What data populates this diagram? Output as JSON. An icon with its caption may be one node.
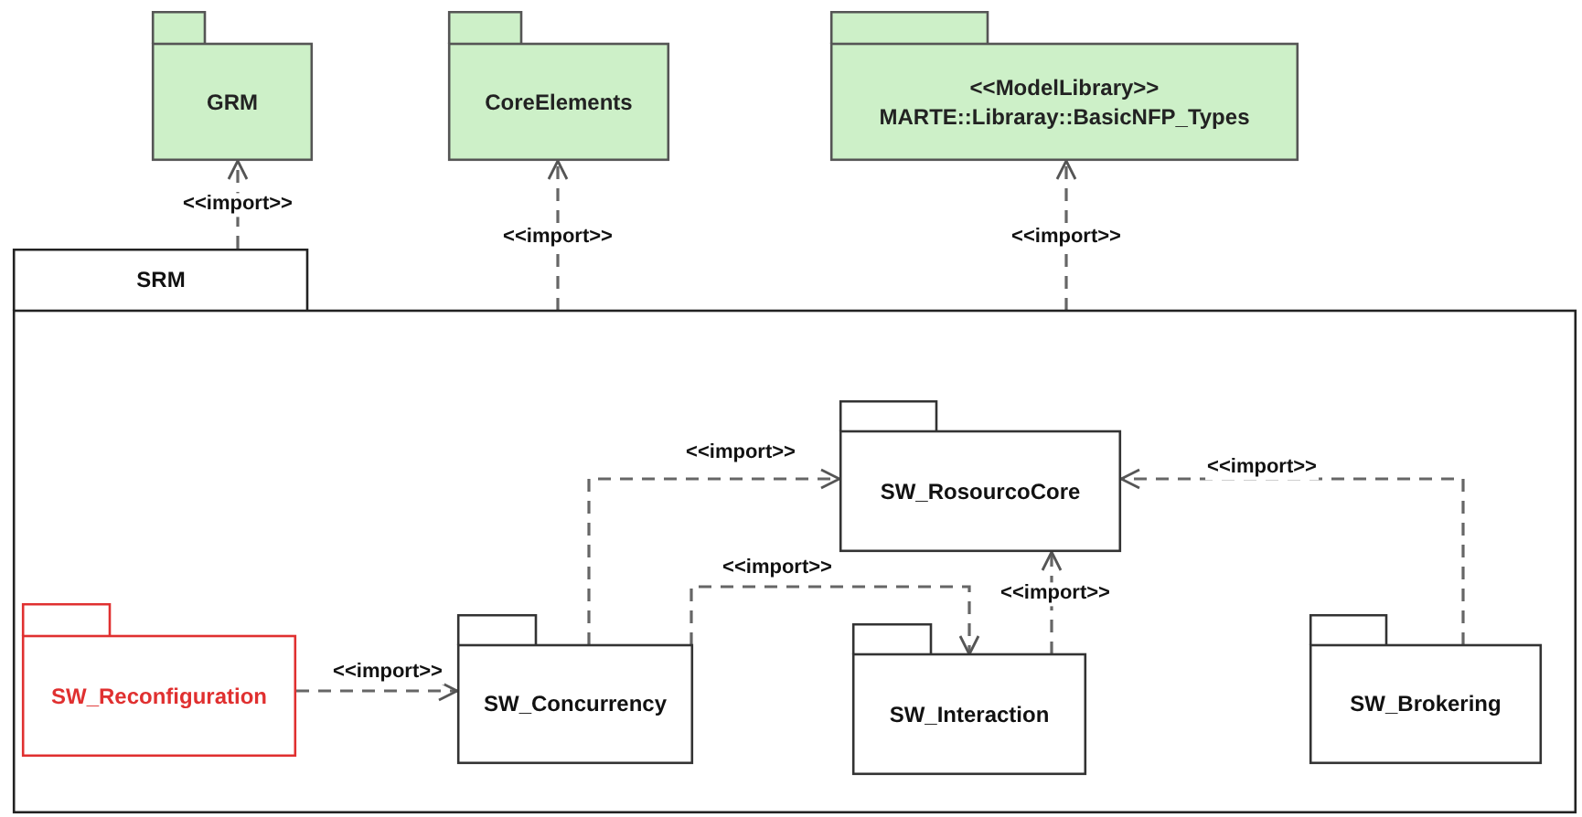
{
  "diagram": {
    "nodes": [
      {
        "text": [
          "GRM"
        ]
      },
      {
        "text": [
          "CoreElements"
        ]
      },
      {
        "text": [
          "<<ModelLibrary>>",
          "MARTE::Libraray::BasicNFP_Types"
        ]
      },
      {
        "text": [
          "SRM"
        ]
      },
      {
        "text": [
          "SW_RosourcoCore"
        ],
        "in": 3
      },
      {
        "text": [
          "SW_Reconfiguration"
        ],
        "in": 3
      },
      {
        "text": [
          "SW_Concurrency"
        ],
        "in": 3
      },
      {
        "text": [
          "SW_Interaction"
        ],
        "in": 3
      },
      {
        "text": [
          "SW_Brokering"
        ],
        "in": 3
      }
    ],
    "edges": [
      {
        "from": 3,
        "to": 0,
        "arrow": "to",
        "style": "dashed",
        "label": "<<import>>"
      },
      {
        "from": 3,
        "to": 1,
        "arrow": "to",
        "style": "dashed",
        "label": "<<import>>"
      },
      {
        "from": 3,
        "to": 2,
        "arrow": "to",
        "style": "dashed",
        "label": "<<import>>"
      },
      {
        "from": 6,
        "to": 4,
        "arrow": "to",
        "style": "dashed",
        "label": "<<import>>"
      },
      {
        "from": 8,
        "to": 4,
        "arrow": "to",
        "style": "dashed",
        "label": "<<import>>"
      },
      {
        "from": 6,
        "to": 7,
        "arrow": "to",
        "style": "dashed",
        "label": "<<import>>"
      },
      {
        "from": 7,
        "to": 4,
        "arrow": "to",
        "style": "dashed",
        "label": "<<import>>"
      },
      {
        "from": 5,
        "to": 6,
        "arrow": "to",
        "style": "dashed",
        "label": "<<import>>"
      }
    ]
  }
}
